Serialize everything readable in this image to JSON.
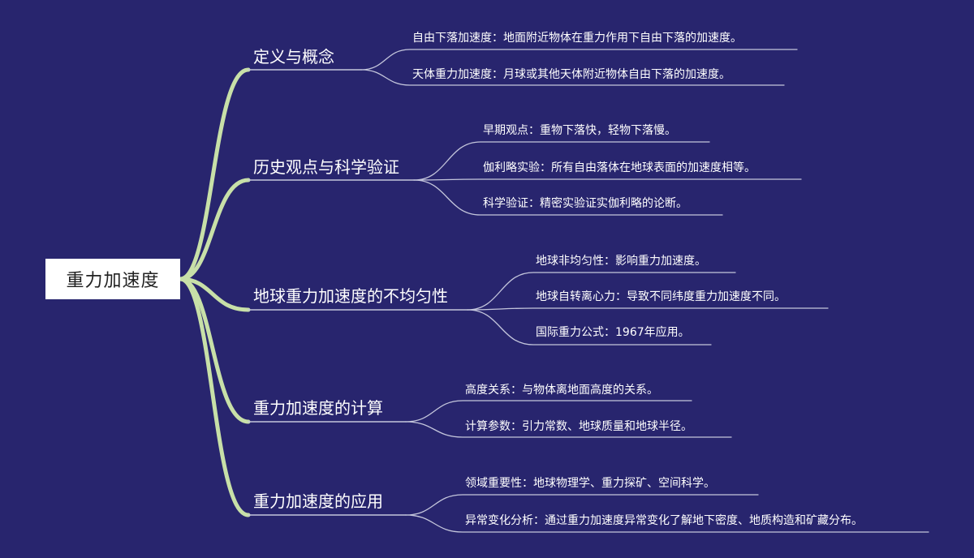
{
  "root": {
    "label": "重力加速度"
  },
  "colors": {
    "background": "#28256e",
    "trunk": "#c8e0a8",
    "leaf_line": "#c4c6dc",
    "text": "#ffffff"
  },
  "branches": [
    {
      "label": "定义与概念",
      "leaves": [
        "自由下落加速度：地面附近物体在重力作用下自由下落的加速度。",
        "天体重力加速度：月球或其他天体附近物体自由下落的加速度。"
      ]
    },
    {
      "label": "历史观点与科学验证",
      "leaves": [
        "早期观点：重物下落快，轻物下落慢。",
        "伽利略实验：所有自由落体在地球表面的加速度相等。",
        "科学验证：精密实验证实伽利略的论断。"
      ]
    },
    {
      "label": "地球重力加速度的不均匀性",
      "leaves": [
        "地球非均匀性：影响重力加速度。",
        "地球自转离心力：导致不同纬度重力加速度不同。",
        "国际重力公式：1967年应用。"
      ]
    },
    {
      "label": "重力加速度的计算",
      "leaves": [
        "高度关系：与物体离地面高度的关系。",
        "计算参数：引力常数、地球质量和地球半径。"
      ]
    },
    {
      "label": "重力加速度的应用",
      "leaves": [
        "领域重要性：地球物理学、重力探矿、空间科学。",
        "异常变化分析：通过重力加速度异常变化了解地下密度、地质构造和矿藏分布。"
      ]
    }
  ]
}
